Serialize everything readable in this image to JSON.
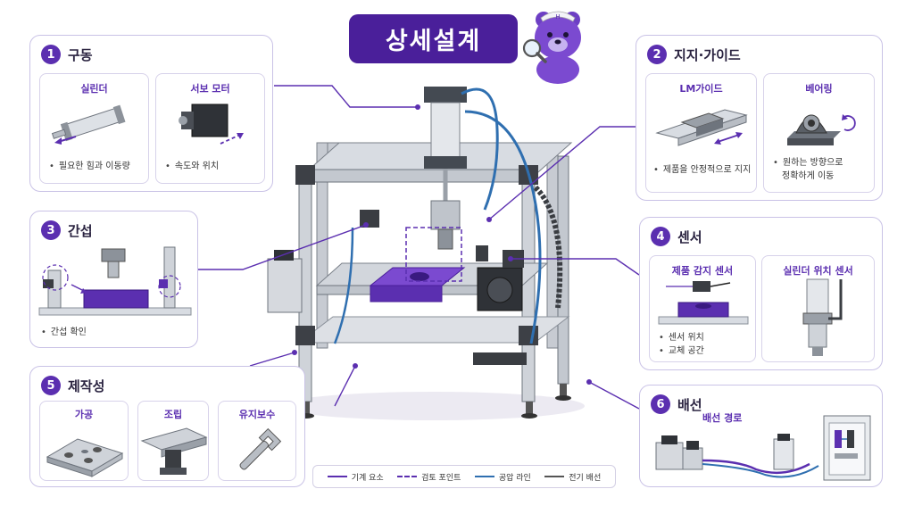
{
  "title": "상세설계",
  "colors": {
    "primary": "#5b2fb0",
    "dark": "#4a1f9a",
    "border": "#c9c2e6",
    "air": "#2f6fb0"
  },
  "sections": {
    "drive": {
      "number": "1",
      "title": "구동",
      "items": [
        {
          "title": "실린더",
          "bullet": "필요한 힘과 이동량"
        },
        {
          "title": "서보 모터",
          "bullet": "속도와 위치"
        }
      ]
    },
    "guide": {
      "number": "2",
      "title": "지지·가이드",
      "items": [
        {
          "title": "LM가이드",
          "bullet": "제품을 안정적으로 지지"
        },
        {
          "title": "베어링",
          "bullet_line1": "원하는 방향으로",
          "bullet_line2": "정확하게 이동"
        }
      ]
    },
    "interference": {
      "number": "3",
      "title": "간섭",
      "bullet": "간섭 확인"
    },
    "sensor": {
      "number": "4",
      "title": "센서",
      "items": [
        {
          "title": "제품 감지 센서",
          "bullets": [
            "센서 위치",
            "교체 공간"
          ]
        },
        {
          "title": "실린더 위치 센서"
        }
      ]
    },
    "manufacturability": {
      "number": "5",
      "title": "제작성",
      "items": [
        {
          "title": "가공"
        },
        {
          "title": "조립"
        },
        {
          "title": "유지보수"
        }
      ]
    },
    "wiring": {
      "number": "6",
      "title": "배선",
      "subtitle": "배선 경로"
    }
  },
  "legend": [
    {
      "label": "기계 요소",
      "style": "solid",
      "color": "#5b2fb0"
    },
    {
      "label": "검토 포인트",
      "style": "dashed",
      "color": "#5b2fb0"
    },
    {
      "label": "공압 라인",
      "style": "solid",
      "color": "#2f6fb0"
    },
    {
      "label": "전기 배선",
      "style": "solid",
      "color": "#555555"
    }
  ],
  "icons": [
    "bear-mascot-icon",
    "magnifier-icon",
    "cylinder-icon",
    "servo-motor-icon",
    "lm-guide-icon",
    "bearing-icon",
    "sensor-icon",
    "wrench-icon",
    "machine-frame-icon",
    "control-box-icon"
  ]
}
